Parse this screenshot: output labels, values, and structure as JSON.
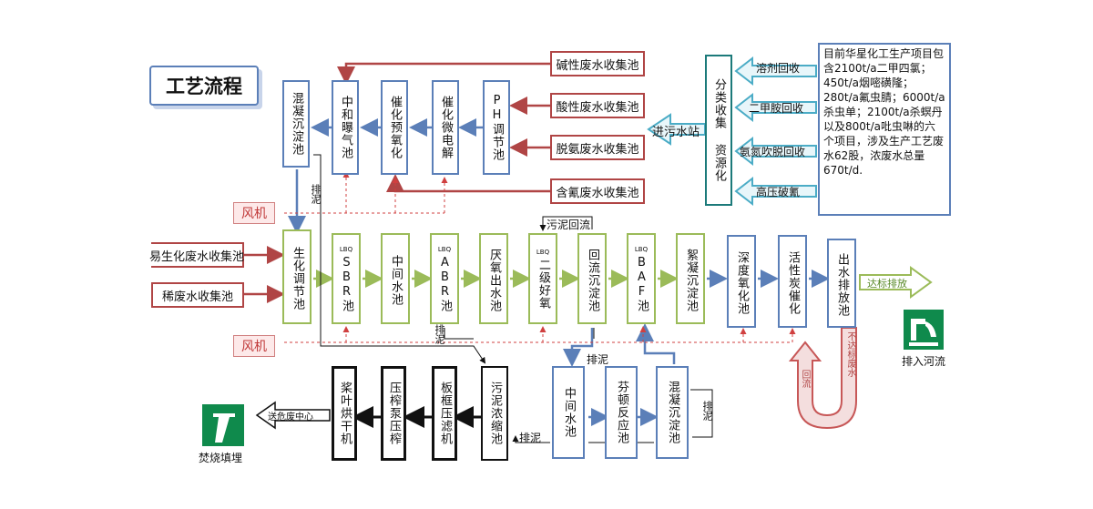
{
  "title": "工艺流程",
  "info_text": "目前华星化工生产项目包含2100t/a二甲四氯；450t/a烟嘧磺隆；280t/a氟虫腈；6000t/a杀虫单；2100t/a杀螟丹以及800t/a吡虫啉的六个项目，涉及生产工艺废水62股，浓废水总量670t/d.",
  "collect_box": "分类收集 资源化",
  "recovery": [
    "溶剂回收",
    "二甲胺回收",
    "氨氮吹脱回收",
    "高压破氰"
  ],
  "to_station": "进污水站",
  "pretreat_sources": [
    "碱性废水收集池",
    "酸性废水收集池",
    "脱氨废水收集池",
    "含氰废水收集池"
  ],
  "pretreat_units": [
    "PH调节池",
    "催化微电解",
    "催化预氧化",
    "中和曝气池",
    "混凝沉淀池"
  ],
  "fan1": "风机",
  "fan2": "风机",
  "discharge_sludge": "排泥",
  "inlet_sources": [
    "易生化废水收集池",
    "稀废水收集池"
  ],
  "main_units": [
    {
      "text": "生化调节池",
      "tag": ""
    },
    {
      "text": "SBR池",
      "tag": "LBQ"
    },
    {
      "text": "中间水池",
      "tag": ""
    },
    {
      "text": "ABR池",
      "tag": "LBQ"
    },
    {
      "text": "厌氧出水池",
      "tag": ""
    },
    {
      "text": "二级好氧",
      "tag": "LBQ"
    },
    {
      "text": "回流沉淀池",
      "tag": ""
    },
    {
      "text": "BAF池",
      "tag": "LBQ"
    },
    {
      "text": "絮凝沉淀池",
      "tag": ""
    },
    {
      "text": "深度氧化池",
      "tag": ""
    },
    {
      "text": "活性炭催化",
      "tag": ""
    },
    {
      "text": "出水排放池",
      "tag": ""
    }
  ],
  "sludge_return": "污泥回流",
  "meets_standard": "达标排放",
  "river": "排入河流",
  "not_standard": "不达标废水",
  "reflux": "回流",
  "lower_units": [
    "中间水池",
    "芬顿反应池",
    "混凝沉淀池"
  ],
  "sludge_units": [
    "污泥浓缩池",
    "板框压滤机",
    "压榨泵压榨",
    "桨叶烘干机"
  ],
  "to_hazard": "送危废中心",
  "burn": "焚烧填埋",
  "colors": {
    "blue": "#5b7fb8",
    "green": "#9bbb59",
    "red": "#b04545",
    "teal": "#1c7a7a",
    "mintarrow": "#4bacc6"
  }
}
